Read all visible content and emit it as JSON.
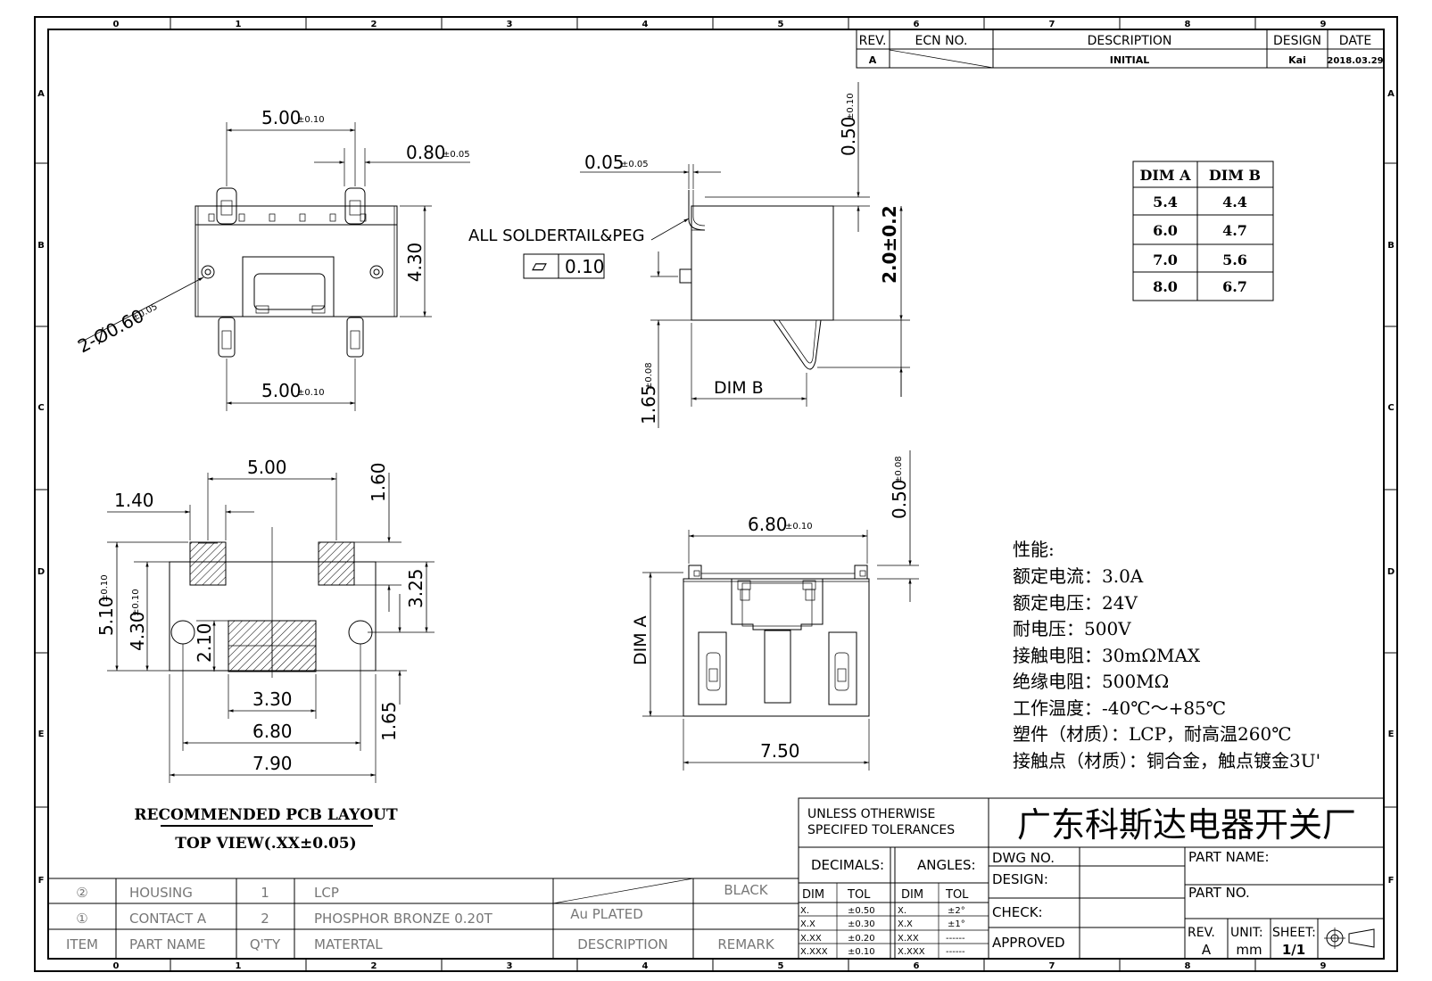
{
  "zones": {
    "cols": [
      "0",
      "1",
      "2",
      "3",
      "4",
      "5",
      "6",
      "7",
      "8",
      "9"
    ],
    "rows": [
      "A",
      "B",
      "C",
      "D",
      "E",
      "F"
    ]
  },
  "revision_block": {
    "headers": [
      "REV.",
      "ECN NO.",
      "DESCRIPTION",
      "DESIGN",
      "DATE"
    ],
    "row": {
      "rev": "A",
      "ecn": "",
      "description": "INITIAL",
      "design": "Kai",
      "date": "2018.03.29"
    }
  },
  "top_view": {
    "top_width": "5.00",
    "top_width_tol": "±0.10",
    "lead_width": "0.80",
    "lead_width_tol": "±0.05",
    "height": "4.30",
    "hole": "2-Ø0.60",
    "hole_tol": "±0.05",
    "bottom_width": "5.00",
    "bottom_width_tol": "±0.10"
  },
  "side_view": {
    "coplanarity_dim": "0.05",
    "coplanarity_tol": "±0.05",
    "note": "ALL SOLDERTAIL&PEG",
    "flatness_symbol": "▱",
    "flatness_value": "0.10",
    "top_offset": "0.50",
    "top_offset_tol": "±0.10",
    "stroke": "2.0±0.2",
    "base_height": "1.65",
    "base_height_tol": "±0.08",
    "dim_b_label": "DIM B"
  },
  "dim_table": {
    "headers": [
      "DIM A",
      "DIM B"
    ],
    "rows": [
      [
        "5.4",
        "4.4"
      ],
      [
        "6.0",
        "4.7"
      ],
      [
        "7.0",
        "5.6"
      ],
      [
        "8.0",
        "6.7"
      ]
    ]
  },
  "pcb_layout": {
    "pad_spacing": "5.00",
    "pad_width": "1.40",
    "pad_top": "1.60",
    "outer_height": "5.10",
    "outer_height_tol": "±0.10",
    "inner_height": "4.30",
    "inner_height_tol": "±0.10",
    "center_pad_h": "2.10",
    "right_span": "3.25",
    "center_pad_w": "3.30",
    "span_680": "6.80",
    "span_790": "7.90",
    "bottom_gap": "1.65",
    "title": "RECOMMENDED PCB LAYOUT",
    "subtitle": "TOP VIEW(.XX±0.05)"
  },
  "front_view": {
    "width": "6.80",
    "width_tol": "±0.10",
    "top_offset": "0.50",
    "top_offset_tol": "±0.08",
    "dim_a_label": "DIM A",
    "overall": "7.50"
  },
  "specs": {
    "heading": "性能:",
    "lines": [
      "额定电流：3.0A",
      "额定电压：24V",
      "耐电压：500V",
      "接触电阻：30mΩMAX",
      "绝缘电阻：500MΩ",
      "工作温度：-40℃～+85℃",
      "塑件（材质）：LCP，耐高温260℃",
      "接触点（材质）：铜合金，触点镀金3U'"
    ]
  },
  "title_block": {
    "tolerance_heading_1": "UNLESS OTHERWISE",
    "tolerance_heading_2": "SPECIFED TOLERANCES",
    "decimals": "DECIMALS:",
    "angles": "ANGLES:",
    "tol_headers": [
      "DIM",
      "TOL",
      "DIM",
      "TOL"
    ],
    "tol_rows": [
      [
        "X.",
        "±0.50",
        "X.",
        "±2°"
      ],
      [
        "X.X",
        "±0.30",
        "X.X",
        "±1°"
      ],
      [
        "X.XX",
        "±0.20",
        "X.XX",
        "------"
      ],
      [
        "X.XXX",
        "±0.10",
        "X.XXX",
        "------"
      ]
    ],
    "company": "广东科斯达电器开关厂",
    "dwg_no": "DWG NO.",
    "design": "DESIGN:",
    "check": "CHECK:",
    "approved": "APPROVED",
    "part_name": "PART NAME:",
    "part_no": "PART NO.",
    "rev_label": "REV.",
    "rev_value": "A",
    "unit_label": "UNIT:",
    "unit_value": "mm",
    "sheet_label": "SHEET:",
    "sheet_value": "1/1"
  },
  "bom": {
    "rows": [
      {
        "item": "②",
        "part": "HOUSING",
        "qty": "1",
        "material": "LCP",
        "description": "",
        "remark": "BLACK"
      },
      {
        "item": "①",
        "part": "CONTACT A",
        "qty": "2",
        "material": "PHOSPHOR BRONZE 0.20T",
        "description": "Au PLATED",
        "remark": ""
      }
    ],
    "headers": {
      "item": "ITEM",
      "part": "PART NAME",
      "qty": "Q'TY",
      "material": "MATERTAL",
      "description": "DESCRIPTION",
      "remark": "REMARK"
    }
  }
}
